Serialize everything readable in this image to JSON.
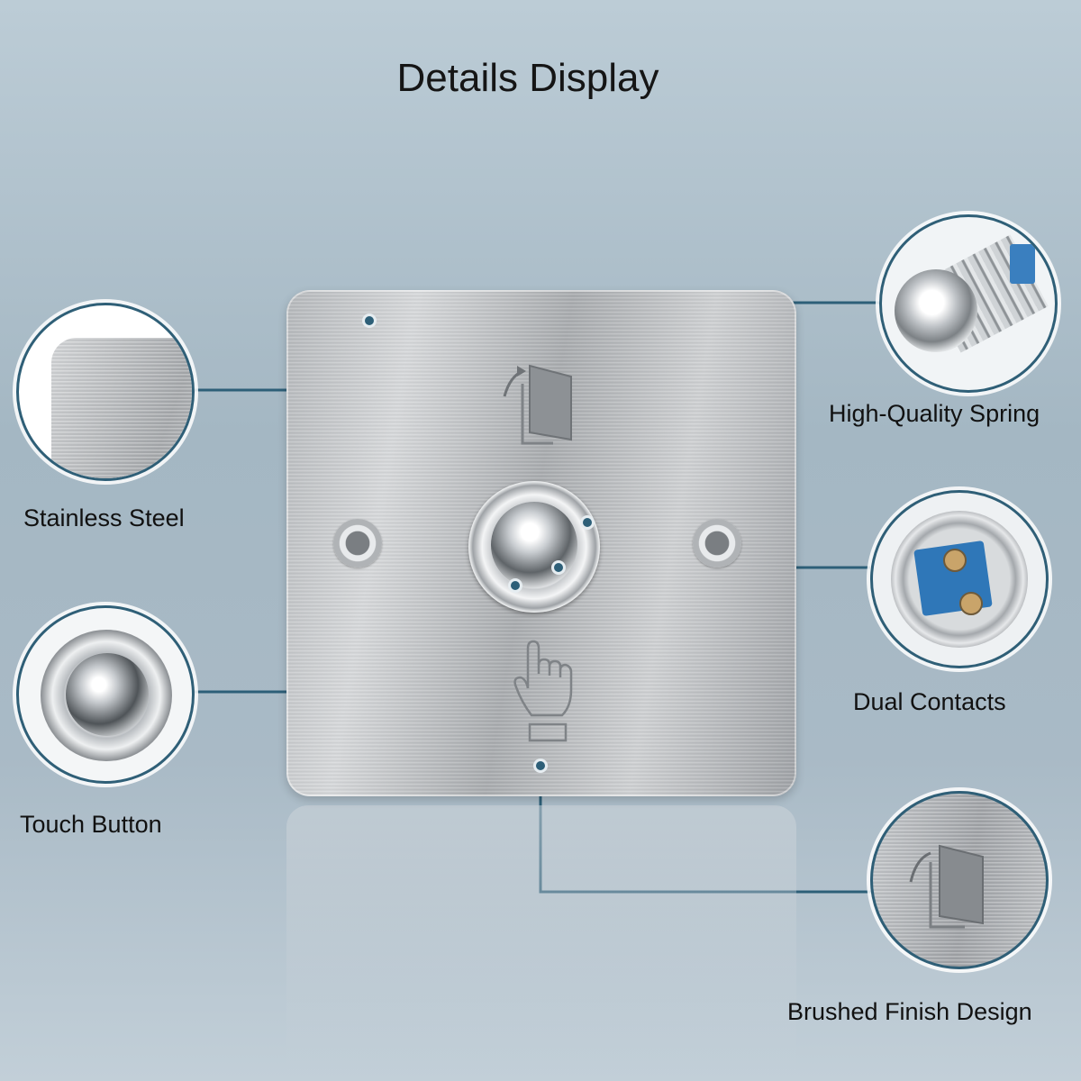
{
  "title": "Details Display",
  "features": {
    "stainless_steel": "Stainless Steel",
    "touch_button": "Touch Button",
    "high_quality_spring": "High-Quality Spring",
    "dual_contacts": "Dual Contacts",
    "brushed_finish": "Brushed Finish Design"
  },
  "colors": {
    "connector_line": "#2d5f78",
    "background": "#a9bac6",
    "contact_block": "#2f77b8"
  },
  "icons": [
    "door-exit-icon",
    "hand-push-icon",
    "screw-hole-icon"
  ]
}
